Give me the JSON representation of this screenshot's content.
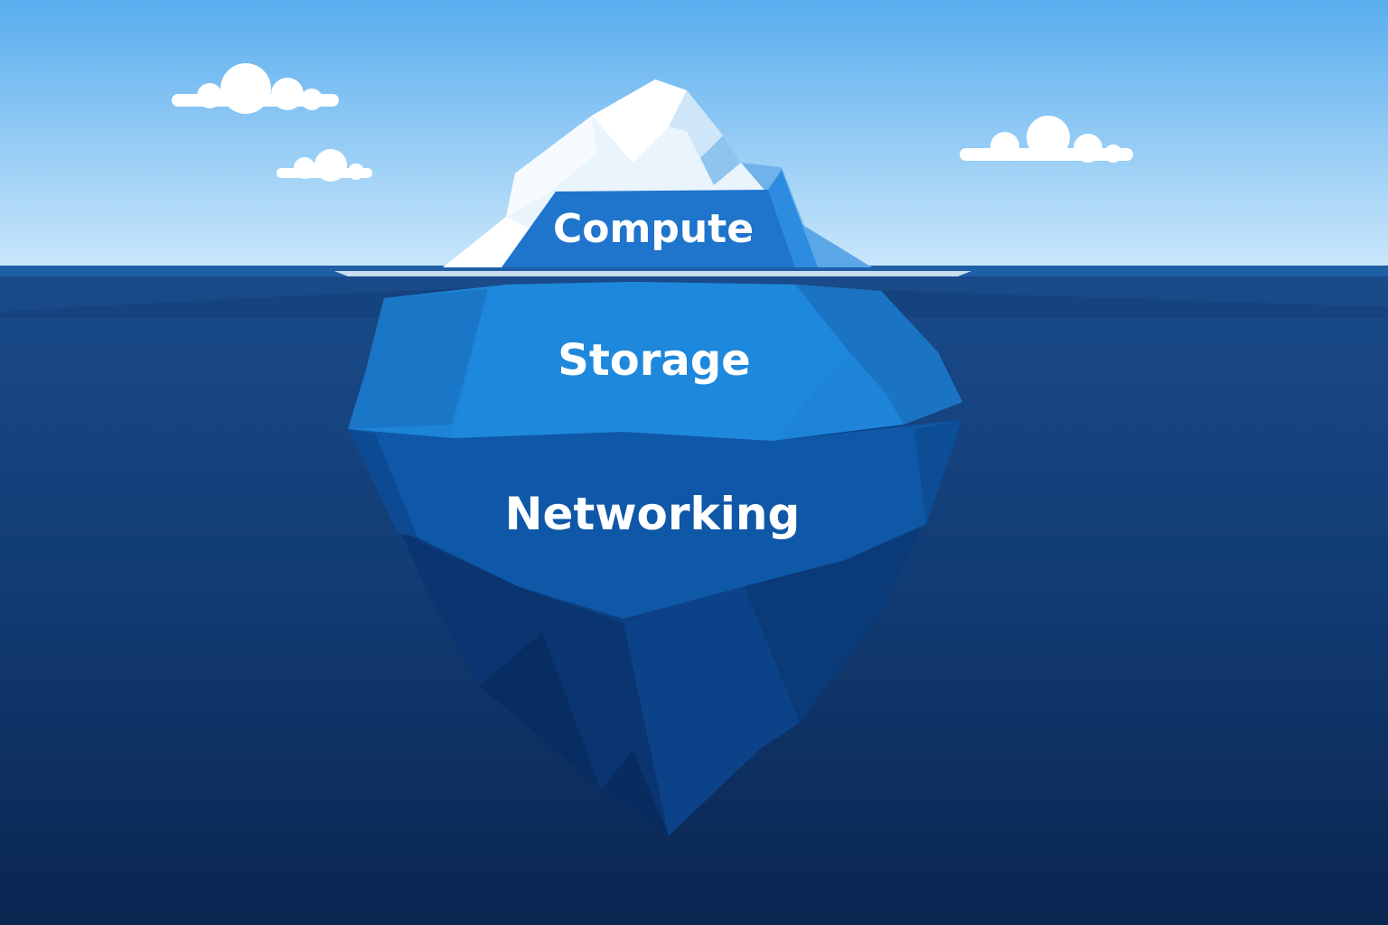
{
  "diagram": {
    "type": "iceberg",
    "layers": [
      {
        "id": "top",
        "label": "Compute",
        "position": "above-water"
      },
      {
        "id": "middle",
        "label": "Storage",
        "position": "below-water"
      },
      {
        "id": "bottom",
        "label": "Networking",
        "position": "deep-below-water"
      }
    ]
  },
  "colors": {
    "sky_top": "#5eb1ef",
    "sky_bottom": "#c9e6fa",
    "water_top": "#1b4d8c",
    "water_bottom": "#0a2550",
    "ice_white": "#f4f9fe",
    "ice_light": "#a9d3f5",
    "band_compute": "#1f74cc",
    "band_storage": "#1d84d8",
    "band_networking": "#0f58a8",
    "deep_ice": "#0b3f80",
    "cloud": "#ffffff"
  }
}
